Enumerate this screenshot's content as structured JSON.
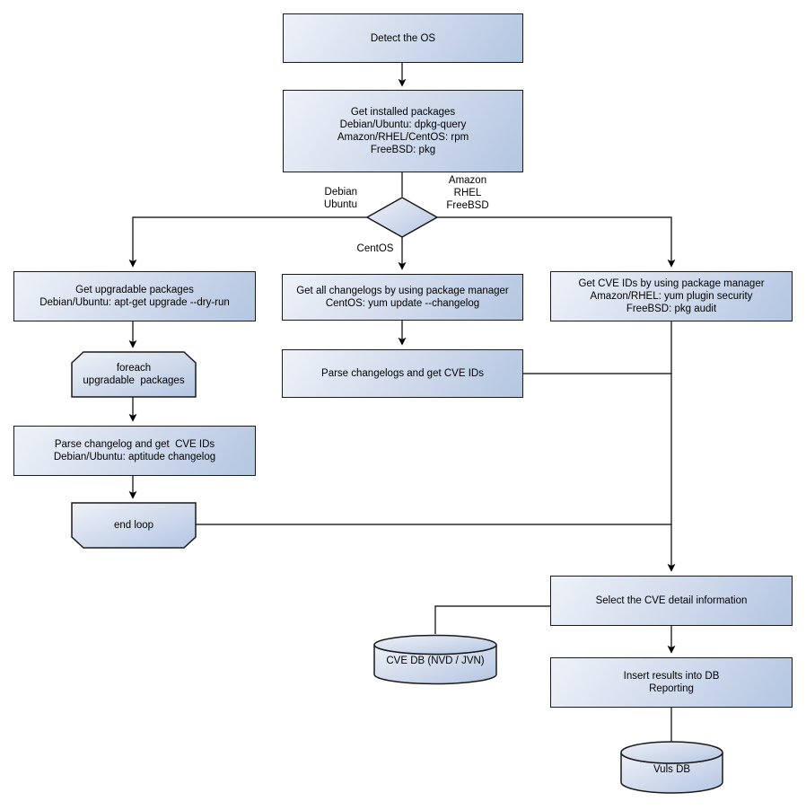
{
  "colors": {
    "node_fill_light": "#eef2f9",
    "node_fill_dark": "#b4c6e2",
    "node_border": "#1a1a1a",
    "connector": "#000000",
    "background": "#ffffff"
  },
  "nodes": {
    "detect_os": {
      "lines": [
        "Detect the OS"
      ]
    },
    "get_installed_packages": {
      "lines": [
        "Get installed packages",
        "Debian/Ubuntu: dpkg-query",
        "Amazon/RHEL/CentOS: rpm",
        "FreeBSD: pkg"
      ]
    },
    "get_upgradable_packages": {
      "lines": [
        "Get upgradable packages",
        "Debian/Ubuntu: apt-get upgrade --dry-run"
      ]
    },
    "foreach_loop": {
      "lines": [
        "foreach",
        "upgradable  packages"
      ]
    },
    "parse_changelog_debian": {
      "lines": [
        "Parse changelog and get  CVE IDs",
        "Debian/Ubuntu: aptitude changelog"
      ]
    },
    "end_loop": {
      "lines": [
        "end loop"
      ]
    },
    "get_all_changelogs": {
      "lines": [
        "Get all changelogs by using package manager",
        "CentOS: yum update --changelog"
      ]
    },
    "parse_changelogs_centos": {
      "lines": [
        "Parse changelogs and get CVE IDs"
      ]
    },
    "get_cve_ids_pkg_manager": {
      "lines": [
        "Get CVE IDs by using package manager",
        "Amazon/RHEL: yum plugin security",
        "FreeBSD: pkg audit"
      ]
    },
    "select_cve_detail": {
      "lines": [
        "Select the CVE detail information"
      ]
    },
    "insert_results": {
      "lines": [
        "Insert results into DB",
        "Reporting"
      ]
    },
    "cve_db": {
      "lines": [
        "CVE DB (NVD / JVN)"
      ]
    },
    "vuls_db": {
      "lines": [
        "Vuls DB"
      ]
    }
  },
  "edge_labels": {
    "left_branch": {
      "lines": [
        "Debian",
        "Ubuntu"
      ]
    },
    "right_branch": {
      "lines": [
        "Amazon",
        "RHEL",
        "FreeBSD"
      ]
    },
    "down_branch": {
      "lines": [
        "CentOS"
      ]
    }
  }
}
